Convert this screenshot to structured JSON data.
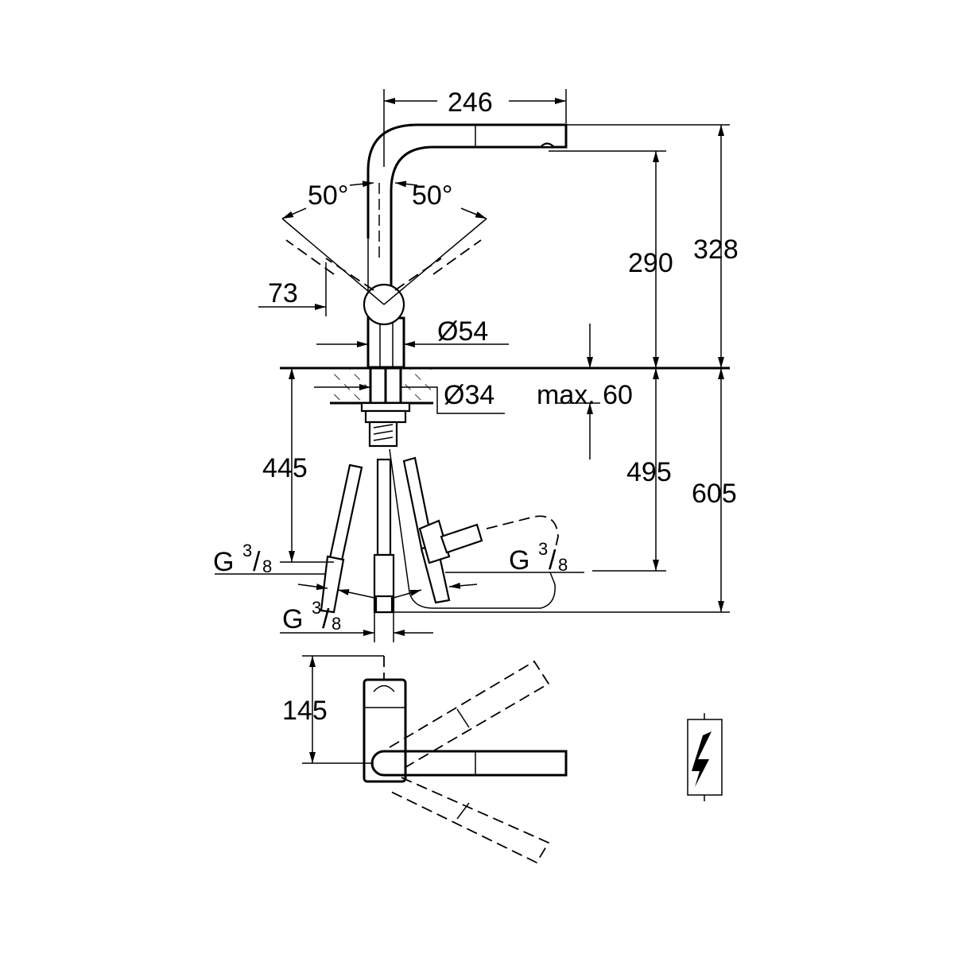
{
  "dimensions": {
    "spout_reach": "246",
    "swivel_left": "50°",
    "swivel_right": "50°",
    "lever_offset": "73",
    "body_diameter": "Ø54",
    "spout_height": "290",
    "total_height": "328",
    "hole_diameter": "Ø34",
    "max_thickness": "max. 60",
    "hose_length_left": "445",
    "hose_length_right": "495",
    "total_below": "605",
    "top_view_depth": "145"
  },
  "connections": [
    {
      "letter": "G",
      "num": "3",
      "den": "8"
    },
    {
      "letter": "G",
      "num": "3",
      "den": "8"
    },
    {
      "letter": "G",
      "num": "3",
      "den": "8"
    }
  ],
  "icons": [
    "electrical-connection-icon"
  ]
}
